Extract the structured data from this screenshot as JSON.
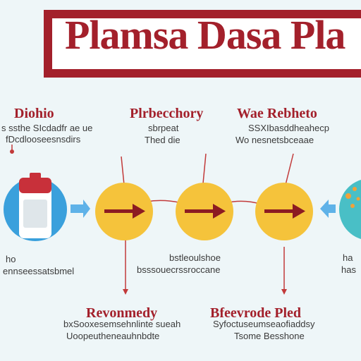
{
  "colors": {
    "brand_red": "#a3202b",
    "yellow_node": "#f5c33b",
    "blue_node": "#3aa0dc",
    "teal_node": "#49bfc6",
    "arrow_blue": "#5fb2e8"
  },
  "banner": {
    "title": "Plamsa Dasa Pla"
  },
  "top_labels": [
    {
      "heading": "Diohio",
      "lines": [
        "s ssthe SIcdadfr ae ue",
        "fDcdlooseesnsdirs"
      ]
    },
    {
      "heading": "Plrbecchory",
      "lines": [
        "sbrpeat",
        "Thed die"
      ]
    },
    {
      "heading": "Wae Rebheto",
      "lines": [
        "SSXIbasddheahecp",
        "Wo nesnetsbceaae"
      ]
    }
  ],
  "mid_labels": [
    {
      "lines": [
        "ho",
        "ennseessatsbmel"
      ]
    },
    {
      "lines": [
        "bstleoulshoe",
        "bsssouecrssroccane"
      ]
    },
    {
      "lines": [
        "ha",
        "has"
      ]
    }
  ],
  "bottom_labels": [
    {
      "heading": "Revonmedy",
      "lines": [
        "bxSooxesemsehnlinte sueah",
        "Uoopeutheneauhnbdte"
      ]
    },
    {
      "heading": "Bfeevrode Pled",
      "lines": [
        "Syfoctuseumseaofiaddsy",
        "Tsome Besshone"
      ]
    }
  ],
  "icons": [
    "blood-bag-icon",
    "arrow-right-icon",
    "arrow-right-icon",
    "arrow-right-icon",
    "plasma-cell-icon"
  ]
}
